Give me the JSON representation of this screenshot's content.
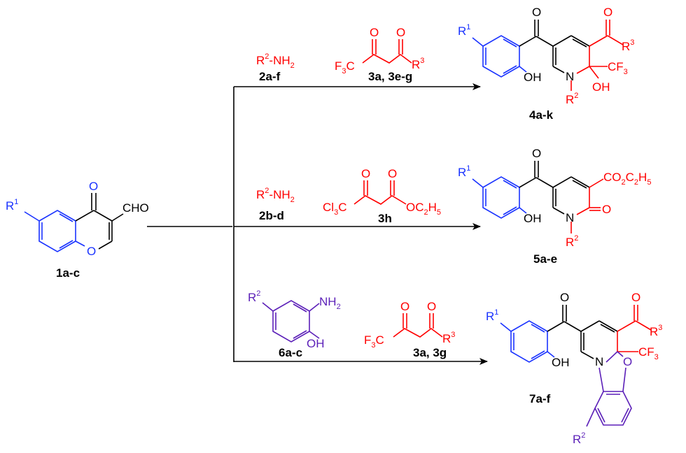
{
  "colors": {
    "black": "#000000",
    "blue": "#1a33ff",
    "red": "#ff0000",
    "purple": "#5b1fb8"
  },
  "start": {
    "r_sym": "R",
    "r_num": "1",
    "oxo": "O",
    "ring_o": "O",
    "cho": "CHO",
    "label": "1a-c"
  },
  "row1": {
    "amine_r": "R",
    "amine_num": "2",
    "amine_rest": "-NH",
    "amine_sub": "2",
    "amine_label": "2a-f",
    "dk_o1": "O",
    "dk_o2": "O",
    "dk_f3c_a": "F",
    "dk_f3c_sub": "3",
    "dk_f3c_b": "C",
    "dk_r": "R",
    "dk_r_num": "3",
    "dk_label": "3a, 3e-g",
    "prod_r1": "R",
    "prod_r1_num": "1",
    "prod_co_o": "O",
    "prod_oh": "OH",
    "prod_n": "N",
    "prod_r2": "R",
    "prod_r2_num": "2",
    "prod_oh2": "OH",
    "prod_cf": "CF",
    "prod_cf_sub": "3",
    "prod_acyl_o": "O",
    "prod_r3": "R",
    "prod_r3_num": "3",
    "prod_label": "4a-k"
  },
  "row2": {
    "amine_r": "R",
    "amine_num": "2",
    "amine_rest": "-NH",
    "amine_sub": "2",
    "amine_label": "2b-d",
    "ke_o1": "O",
    "ke_o2": "O",
    "ke_cl": "Cl",
    "ke_cl_sub": "3",
    "ke_c": "C",
    "ke_oet": "OC",
    "ke_oet_sub1": "2",
    "ke_oet_h": "H",
    "ke_oet_sub2": "5",
    "ke_label": "3h",
    "prod_r1": "R",
    "prod_r1_num": "1",
    "prod_co_o": "O",
    "prod_oh": "OH",
    "prod_n": "N",
    "prod_r2": "R",
    "prod_r2_num": "2",
    "prod_ring_o": "O",
    "prod_ester": "CO",
    "prod_ester_s1": "2",
    "prod_ester_c": "C",
    "prod_ester_s2": "2",
    "prod_ester_h": "H",
    "prod_ester_s3": "5",
    "prod_label": "5a-e"
  },
  "row3": {
    "ap_r": "R",
    "ap_r_num": "2",
    "ap_nh": "NH",
    "ap_nh_sub": "2",
    "ap_oh": "OH",
    "ap_label": "6a-c",
    "dk_o1": "O",
    "dk_o2": "O",
    "dk_f": "F",
    "dk_f_sub": "3",
    "dk_c": "C",
    "dk_r": "R",
    "dk_r_num": "3",
    "dk_label": "3a, 3g",
    "prod_r1": "R",
    "prod_r1_num": "1",
    "prod_co_o": "O",
    "prod_oh": "OH",
    "prod_n": "N",
    "prod_ox": "O",
    "prod_cf": "CF",
    "prod_cf_sub": "3",
    "prod_acyl_o": "O",
    "prod_r3": "R",
    "prod_r3_num": "3",
    "prod_r2": "R",
    "prod_r2_num": "2",
    "prod_label": "7a-f"
  }
}
